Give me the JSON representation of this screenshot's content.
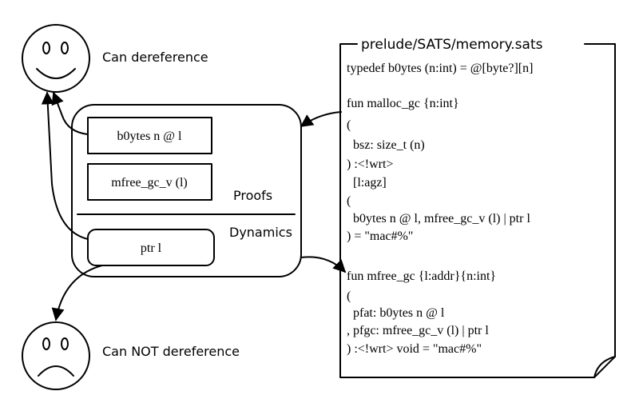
{
  "faces": {
    "happy_caption": "Can dereference",
    "sad_caption": "Can NOT dereference"
  },
  "proof_box": {
    "b0ytes": "b0ytes n @ l",
    "mfree": "mfree_gc_v (l)",
    "proofs_label": "Proofs",
    "dynamics_label": "Dynamics",
    "ptr": "ptr l"
  },
  "code_panel": {
    "title": "prelude/SATS/memory.sats",
    "lines": [
      "typedef b0ytes (n:int) = @[byte?][n]",
      "",
      "fun malloc_gc {n:int}",
      "(",
      "  bsz: size_t (n)",
      ") :<!wrt>",
      "  [l:agz]",
      "(",
      "  b0ytes n @ l, mfree_gc_v (l) | ptr l",
      ") = \"mac#%\"",
      "",
      "fun mfree_gc {l:addr}{n:int}",
      "(",
      "  pfat: b0ytes n @ l",
      ", pfgc: mfree_gc_v (l) | ptr l",
      ") :<!wrt> void = \"mac#%\""
    ]
  }
}
